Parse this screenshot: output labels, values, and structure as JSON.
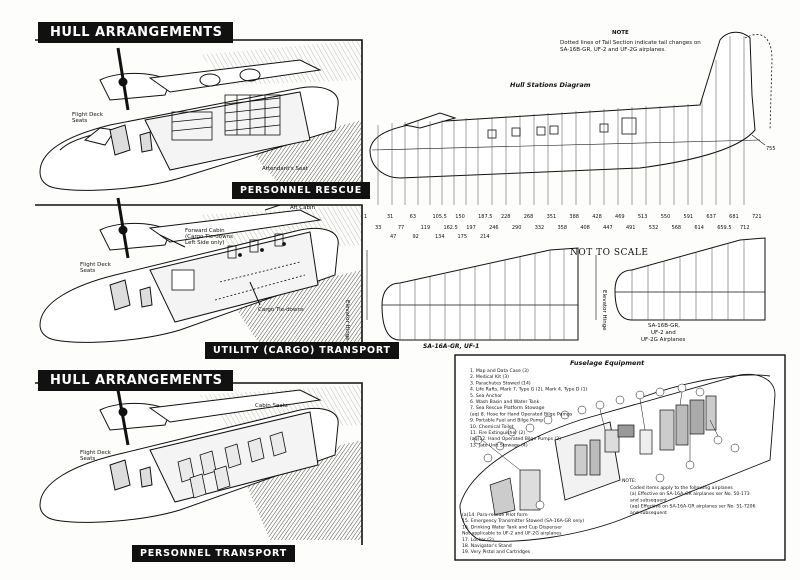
{
  "banners": {
    "hull_top": "HULL ARRANGEMENTS",
    "hull_mid": "HULL ARRANGEMENTS",
    "personnel_rescue": "PERSONNEL RESCUE",
    "utility_transport": "UTILITY (CARGO) TRANSPORT",
    "personnel_transport": "PERSONNEL TRANSPORT"
  },
  "rescue_labels": {
    "flight_deck": "Flight Deck Seats",
    "attendant": "Attendant's Seat"
  },
  "cargo_labels": {
    "aft_cabin": "Aft Cabin",
    "forward_cabin": "Forward Cabin (Cargo Tie-downs Left Side only)",
    "flight_deck": "Flight Deck Seats",
    "cargo_tiedowns": "Cargo Tie-downs"
  },
  "transport_labels": {
    "cabin_seats": "Cabin Seats",
    "flight_deck": "Flight Deck Seats"
  },
  "note": {
    "title": "NOTE",
    "text": "Dotted lines of Tail Section indicate tail changes on SA-16B-GR, UF-2 and UF-2G airplanes."
  },
  "stations": {
    "title": "Hull Stations Diagram",
    "top_row": [
      "1",
      "31",
      "63",
      "105.5",
      "150",
      "187.5",
      "228",
      "268",
      "351",
      "388",
      "428",
      "469",
      "513",
      "550",
      "591",
      "637",
      "681",
      "721"
    ],
    "bottom_row": [
      "33",
      "77",
      "119",
      "162.5",
      "197",
      "246",
      "290",
      "332",
      "358",
      "408",
      "447",
      "491",
      "532",
      "568",
      "614",
      "659.5",
      "712"
    ],
    "third_row": [
      "47",
      "92",
      "134",
      "175",
      "214"
    ],
    "end_label": "755"
  },
  "wings": {
    "not_to_scale": "NOT TO SCALE",
    "left_caption": "SA-16A-GR, UF-1",
    "right_caption_1": "SA-16B-GR,",
    "right_caption_2": "UF-2 and",
    "right_caption_3": "UF-2G Airplanes",
    "elevator_left": "Elevator Hinge",
    "elevator_right": "Elevator Hinge"
  },
  "equipment": {
    "title": "Fuselage Equipment",
    "items": [
      "1. Map and Data Case (3)",
      "2. Medical Kit (3)",
      "3. Parachutes Stowed (14)",
      "4. Life Rafts, Mark 7, Type G (2), Mark 4, Type D (1)",
      "5. Sea Anchor",
      "6. Wash Basin and Water Tank",
      "7. Sea Rescue Platform Stowage",
      "(aq) 8. Hose for Hand Operated Bilge Pumps",
      "9. Portable Fuel and Bilge Pump",
      "10. Chemical Toilet",
      "11. Fire Extinguisher (2)",
      "(aq)12. Hand Operated Bilge Pumps (2)",
      "13. Jato Unit Stowage (4)"
    ],
    "items2": [
      "(a)14. Para-rescue Pilot form",
      "15. Emergency Transmitter Stowed (SA-16A-GR only)",
      "16. Drinking Water Tank and Cup Dispenser",
      "Not applicable to UF-2 and UF-2G airplanes",
      "17. Locker (2)",
      "18. Navigator's Stand",
      "19. Very Pistol and Cartridges"
    ],
    "note_title": "NOTE:",
    "note_lines": [
      "Coded items apply to the following airplanes",
      "(a) Effective on SA-16A-GR airplanes ser No. 50-173",
      "and subsequent",
      "(aq) Effective on SA-16A-GR airplanes ser No. 51-7206",
      "and subsequent"
    ]
  }
}
